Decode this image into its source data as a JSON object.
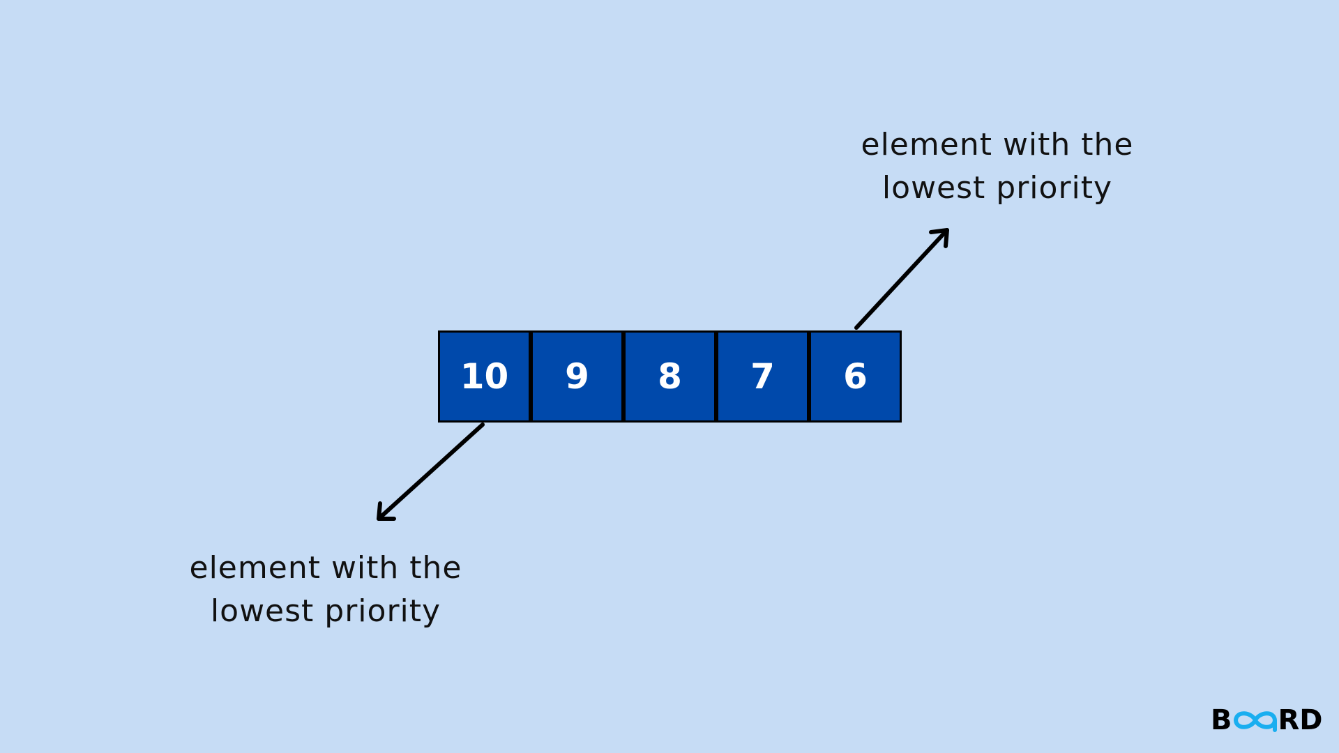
{
  "cells": [
    "10",
    "9",
    "8",
    "7",
    "6"
  ],
  "top_label": {
    "line1": "element with the",
    "line2": "lowest priority"
  },
  "bottom_label": {
    "line1": "element with the",
    "line2": "lowest priority"
  },
  "logo": {
    "text": "BOARD",
    "left": "B",
    "right": "RD"
  },
  "colors": {
    "background": "#c6dcf5",
    "cell": "#0049ab",
    "logo_accent": "#19aef0"
  }
}
